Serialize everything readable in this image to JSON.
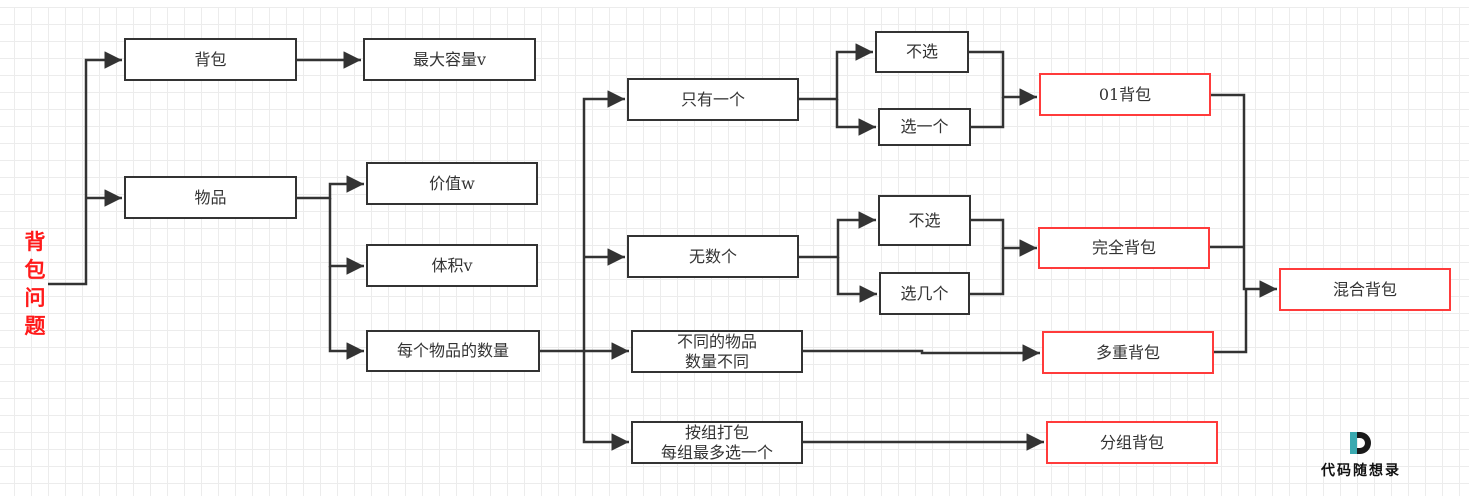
{
  "diagram": {
    "root": {
      "label": [
        "背",
        "包",
        "问",
        "题"
      ],
      "color": "#ff1a1a"
    },
    "nodes": {
      "bag": "背包",
      "max_capacity": "最大容量v",
      "items": "物品",
      "value": "价值w",
      "volume": "体积v",
      "item_count": "每个物品的数量",
      "only_one": "只有一个",
      "infinite": "无数个",
      "diff_count": [
        "不同的物品",
        "数量不同"
      ],
      "group": [
        "按组打包",
        "每组最多选一个"
      ],
      "not_choose_1": "不选",
      "choose_one": "选一个",
      "not_choose_2": "不选",
      "choose_several": "选几个",
      "knapsack_01": "01背包",
      "complete_knapsack": "完全背包",
      "multiple_knapsack": "多重背包",
      "group_knapsack": "分组背包",
      "mixed_knapsack": "混合背包"
    },
    "edges": [
      [
        "背包问题",
        "背包"
      ],
      [
        "背包问题",
        "物品"
      ],
      [
        "背包",
        "最大容量v"
      ],
      [
        "物品",
        "价值w"
      ],
      [
        "物品",
        "体积v"
      ],
      [
        "物品",
        "每个物品的数量"
      ],
      [
        "每个物品的数量",
        "只有一个"
      ],
      [
        "每个物品的数量",
        "无数个"
      ],
      [
        "每个物品的数量",
        "不同的物品 数量不同"
      ],
      [
        "每个物品的数量",
        "按组打包 每组最多选一个"
      ],
      [
        "只有一个",
        "不选"
      ],
      [
        "只有一个",
        "选一个"
      ],
      [
        "不选",
        "01背包"
      ],
      [
        "选一个",
        "01背包"
      ],
      [
        "无数个",
        "不选"
      ],
      [
        "无数个",
        "选几个"
      ],
      [
        "不选",
        "完全背包"
      ],
      [
        "选几个",
        "完全背包"
      ],
      [
        "不同的物品 数量不同",
        "多重背包"
      ],
      [
        "按组打包 每组最多选一个",
        "分组背包"
      ],
      [
        "01背包",
        "混合背包"
      ],
      [
        "完全背包",
        "混合背包"
      ],
      [
        "多重背包",
        "混合背包"
      ]
    ],
    "colors": {
      "line": "#333333",
      "highlight_border": "#ff3b3b",
      "grid": "#ececec"
    }
  },
  "watermark": {
    "text": "代码随想录",
    "accent": "#3aa9b0",
    "dark": "#1a1a1a"
  }
}
